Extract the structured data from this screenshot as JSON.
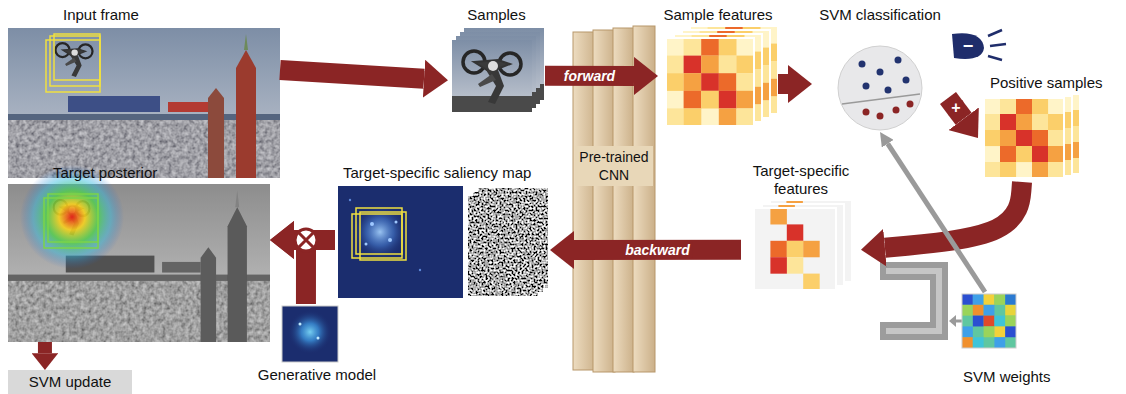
{
  "diagram": {
    "nodes": [
      {
        "text": [
          "Input frame"
        ]
      },
      {
        "text": [
          "Samples"
        ]
      },
      {
        "text": [
          "Sample features"
        ]
      },
      {
        "text": [
          "SVM classification"
        ]
      },
      {
        "text": [
          "Positive samples"
        ]
      },
      {
        "text": [
          "Pre-trained CNN"
        ]
      },
      {
        "text": [
          "Target-specific features"
        ]
      },
      {
        "text": [
          "SVM weights"
        ]
      },
      {
        "text": [
          "Target-specific saliency map"
        ]
      },
      {
        "text": [
          "Generative model"
        ]
      },
      {
        "text": [
          "Target posterior"
        ]
      },
      {
        "text": [
          "SVM update"
        ]
      }
    ],
    "edges": [
      {
        "from": 0,
        "to": 1,
        "arrow": "to"
      },
      {
        "from": 1,
        "to": 2,
        "label": "forward",
        "arrow": "to"
      },
      {
        "from": 2,
        "to": 3,
        "arrow": "to"
      },
      {
        "from": 3,
        "to": 4,
        "label": "+",
        "arrow": "to"
      },
      {
        "from": 4,
        "to": 6,
        "arrow": "to"
      },
      {
        "from": 7,
        "to": 3,
        "arrow": "to"
      },
      {
        "from": 6,
        "to": 8,
        "label": "backward",
        "arrow": "to"
      },
      {
        "from": 8,
        "to": 10,
        "arrow": "to"
      },
      {
        "from": 9,
        "to": 10,
        "arrow": "to"
      },
      {
        "from": 10,
        "to": 11,
        "arrow": "to"
      }
    ],
    "labels": [
      "−"
    ]
  }
}
